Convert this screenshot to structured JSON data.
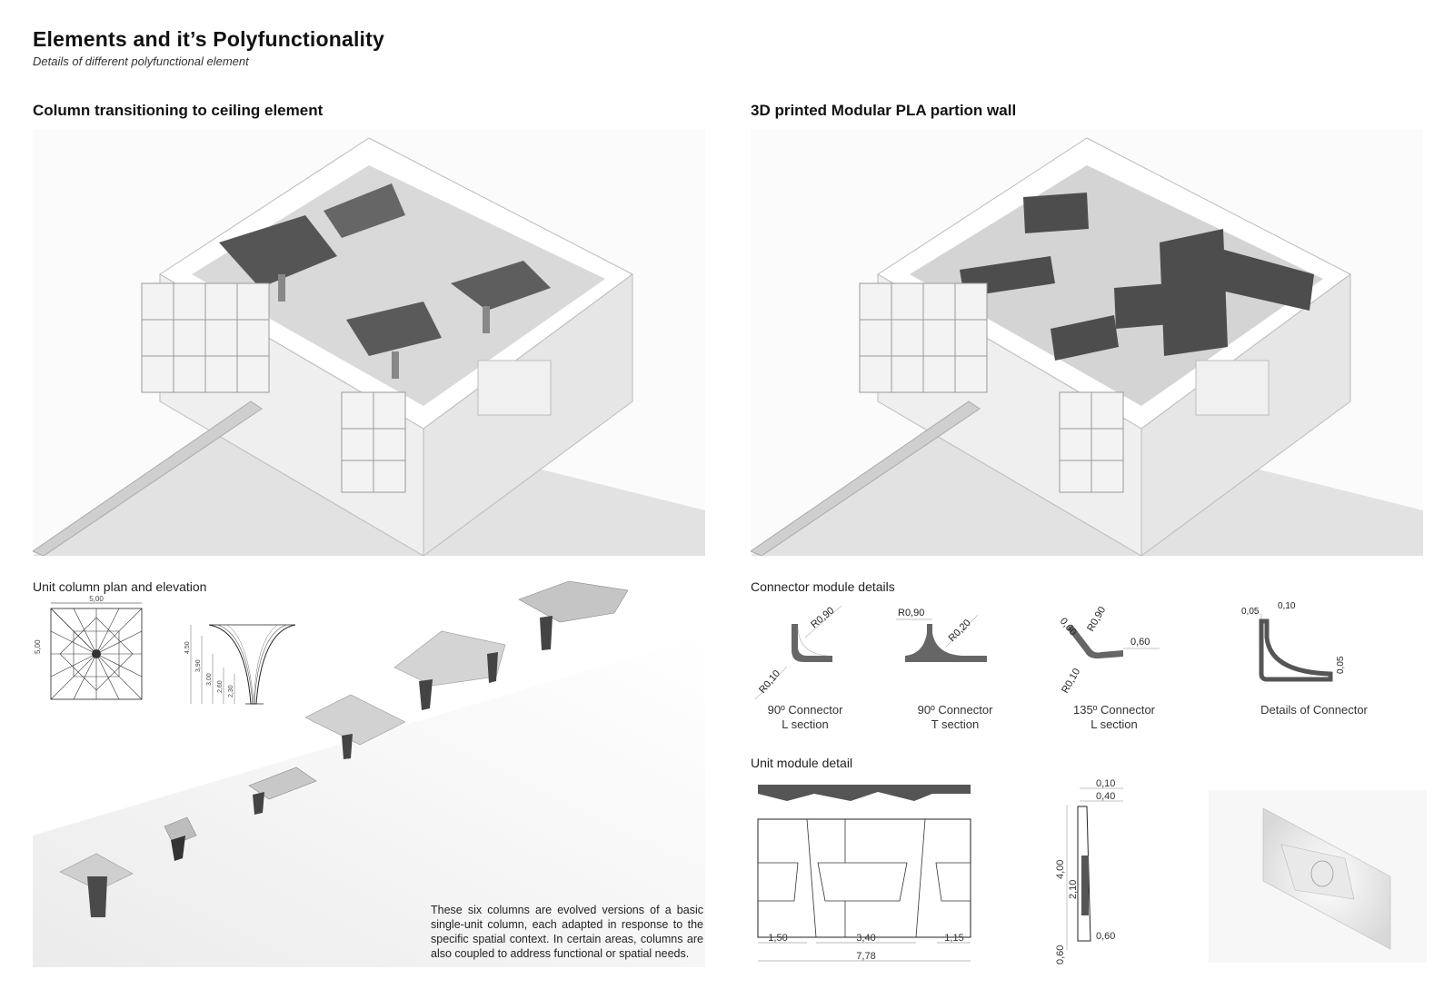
{
  "header": {
    "title": "Elements and it’s Polyfunctionality",
    "subtitle": "Details of different polyfunctional element"
  },
  "left": {
    "title": "Column transitioning to ceiling element",
    "section_label": "Unit column plan and elevation",
    "plan_dims": {
      "top": "5,00",
      "side": "5,00"
    },
    "elevation_dims": [
      "4,50",
      "3,90",
      "3,00",
      "2,60",
      "2,30"
    ],
    "description": "These six columns are evolved versions of a basic single-unit column, each adapted in response to the specific spatial context. In certain areas, columns are also coupled to address functional or spatial needs."
  },
  "right": {
    "title": "3D printed Modular PLA partion wall",
    "connector_label": "Connector module details",
    "connectors": [
      {
        "name": "90º Connector",
        "section": "L section",
        "dims": [
          "R0,90",
          "R0,10"
        ]
      },
      {
        "name": "90º Connector",
        "section": "T section",
        "dims": [
          "R0,90",
          "R0,20"
        ]
      },
      {
        "name": "135º Connector",
        "section": "L section",
        "dims": [
          "0,60",
          "R0,90",
          "0,60",
          "R0,10"
        ]
      },
      {
        "name": "Details of Connector",
        "section": "",
        "dims": [
          "0,05",
          "0,10",
          "0,05"
        ]
      }
    ],
    "unit_label": "Unit module detail",
    "unit_dims": {
      "a": "1,50",
      "b": "3,40",
      "c": "1,15",
      "total": "7,78"
    },
    "section_dims": {
      "top1": "0,10",
      "top2": "0,40",
      "height": "4,00",
      "mid": "2,10",
      "base": "0,60",
      "base_w": "0,60"
    }
  }
}
